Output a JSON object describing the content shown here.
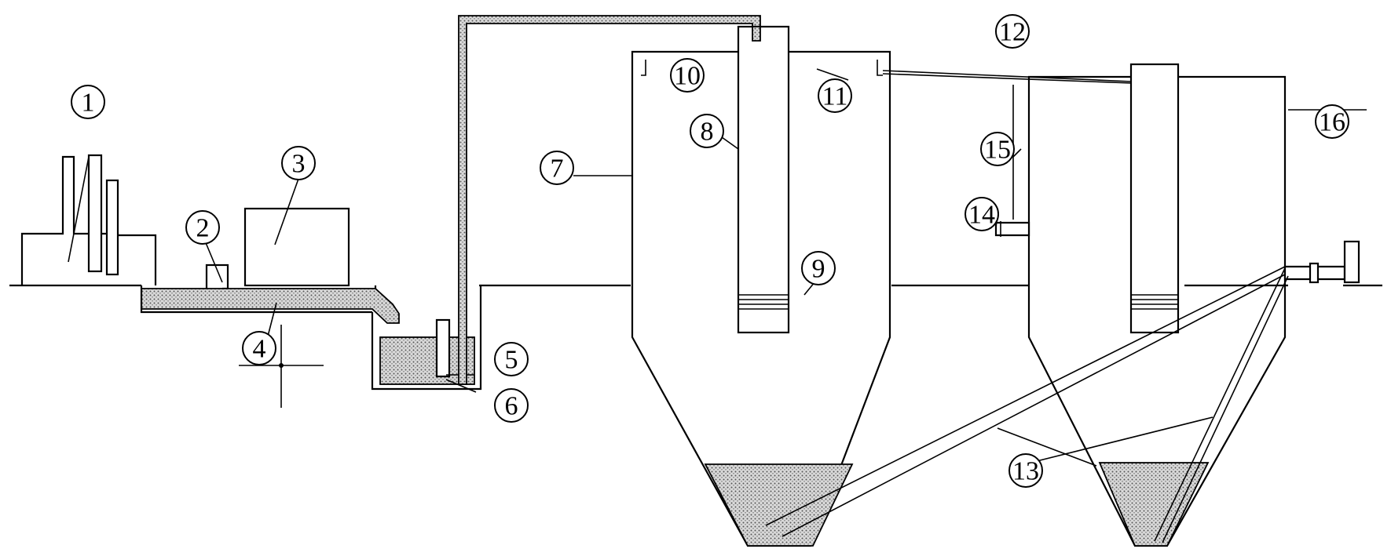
{
  "labels": [
    {
      "id": "1",
      "text": "1"
    },
    {
      "id": "2",
      "text": "2"
    },
    {
      "id": "3",
      "text": "3"
    },
    {
      "id": "4",
      "text": "4"
    },
    {
      "id": "5",
      "text": "5"
    },
    {
      "id": "6",
      "text": "6"
    },
    {
      "id": "7",
      "text": "7"
    },
    {
      "id": "8",
      "text": "8"
    },
    {
      "id": "9",
      "text": "9"
    },
    {
      "id": "10",
      "text": "10"
    },
    {
      "id": "11",
      "text": "11"
    },
    {
      "id": "12",
      "text": "12"
    },
    {
      "id": "13",
      "text": "13"
    },
    {
      "id": "14",
      "text": "14"
    },
    {
      "id": "15",
      "text": "15"
    },
    {
      "id": "16",
      "text": "16"
    }
  ],
  "colors": {
    "line": "#000000",
    "background": "#ffffff",
    "sediment_dot": "#555555"
  }
}
